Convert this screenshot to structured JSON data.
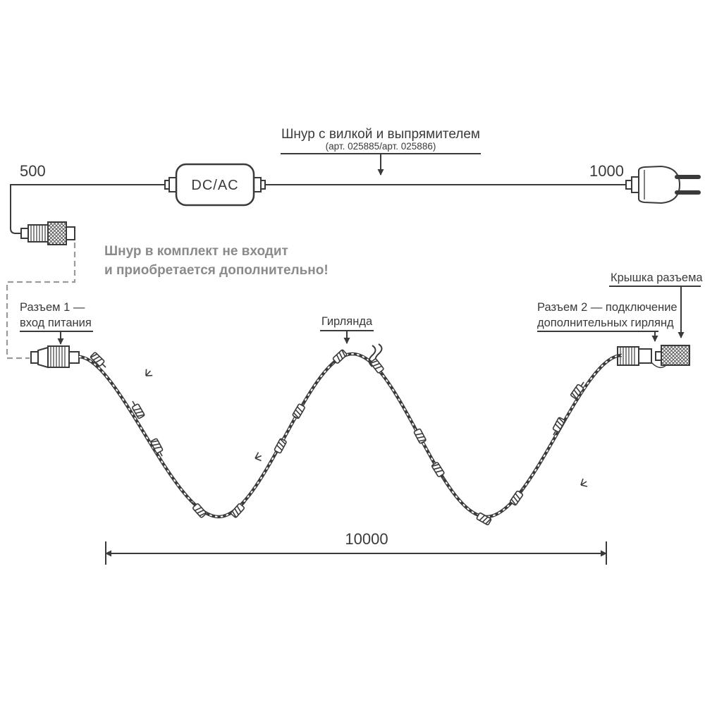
{
  "top": {
    "cord_label": "Шнур с вилкой и выпрямителем",
    "cord_art": "(арт. 025885/арт. 025886)",
    "len_left": "500",
    "len_right": "1000",
    "converter": "DC/AC"
  },
  "note": {
    "line1": "Шнур в комплект не входит",
    "line2": "и приобретается дополнительно!"
  },
  "labels": {
    "cap": "Крышка разъема",
    "conn1_l1": "Разъем 1 —",
    "conn1_l2": "вход питания",
    "garland": "Гирлянда",
    "conn2_l1": "Разъем 2 — подключение",
    "conn2_l2": "дополнительных гирлянд"
  },
  "bottom": {
    "total": "10000"
  },
  "colors": {
    "line": "#3a3a3a",
    "gray_note": "#8a8a8a",
    "dashed": "#9a9a9a"
  }
}
